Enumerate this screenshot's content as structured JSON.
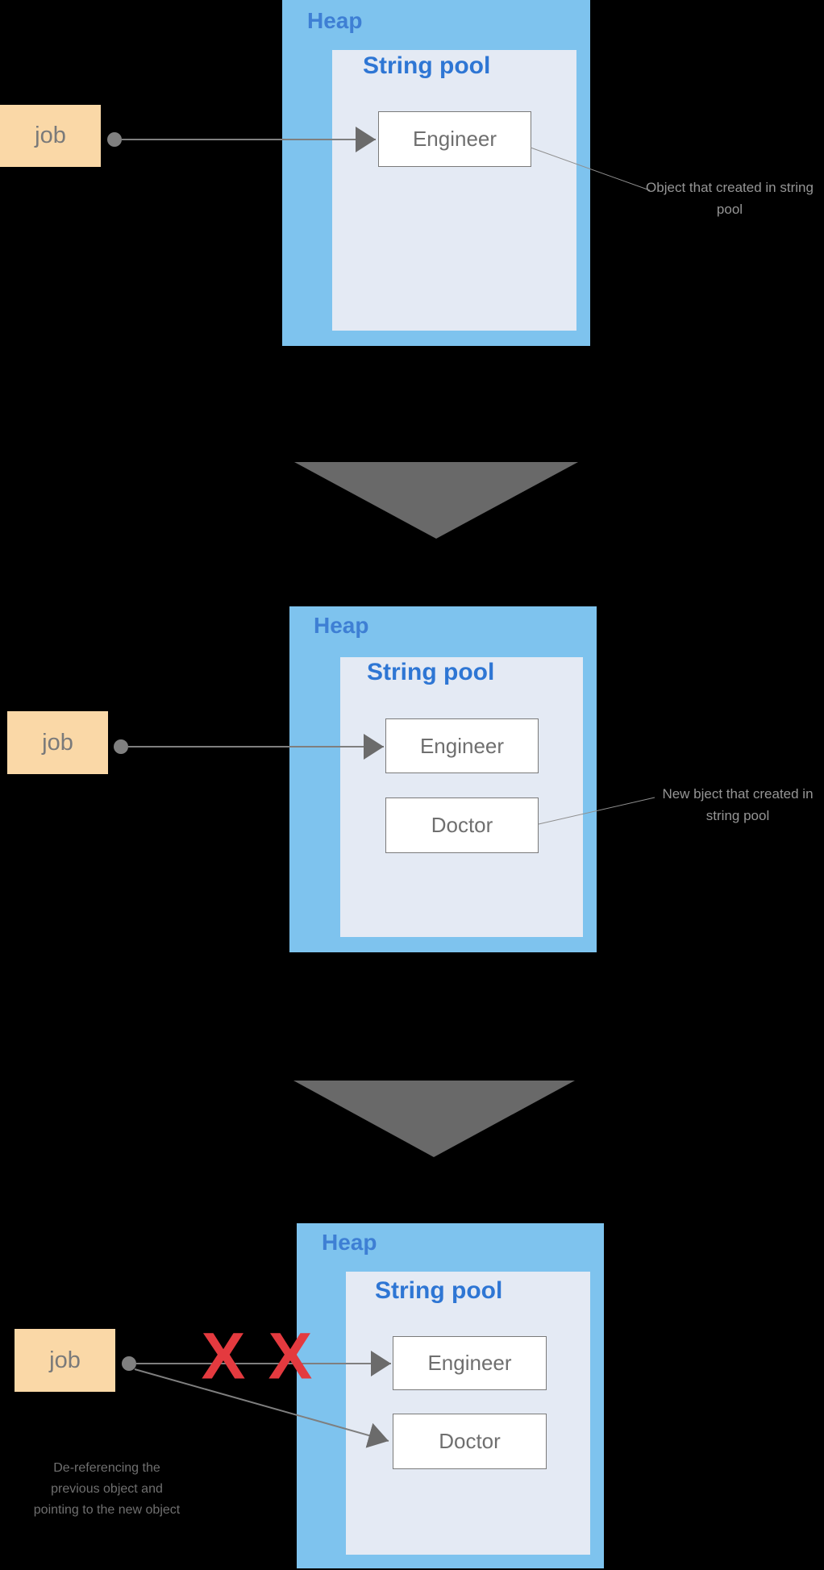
{
  "diagram": {
    "stages": [
      {
        "heap_label": "Heap",
        "string_pool_label": "String pool",
        "variable": "job",
        "objects": [
          "Engineer"
        ],
        "annotation": "Object that created in string pool"
      },
      {
        "heap_label": "Heap",
        "string_pool_label": "String pool",
        "variable": "job",
        "objects": [
          "Engineer",
          "Doctor"
        ],
        "annotation": "New bject that created in string pool"
      },
      {
        "heap_label": "Heap",
        "string_pool_label": "String pool",
        "variable": "job",
        "objects": [
          "Engineer",
          "Doctor"
        ],
        "cross_mark": "X",
        "caption": "De-referencing the previous object and pointing to the new object"
      }
    ],
    "colors": {
      "background": "#000000",
      "heap_fill": "#7ec3ee",
      "string_pool_fill": "#e4eaf4",
      "heap_label_color": "#3e7fd4",
      "string_pool_label_color": "#2e76d4",
      "variable_fill": "#fad8a7",
      "variable_text": "#7a7a7a",
      "object_border": "#7a7a7a",
      "object_text": "#6f6f6f",
      "annotation_text": "#959595",
      "caption_text": "#6f6f6f",
      "connector": "#7f7f7f",
      "arrowhead": "#6b6b6b",
      "separator_triangle": "#696969",
      "cross_color": "#e43a3f"
    }
  }
}
